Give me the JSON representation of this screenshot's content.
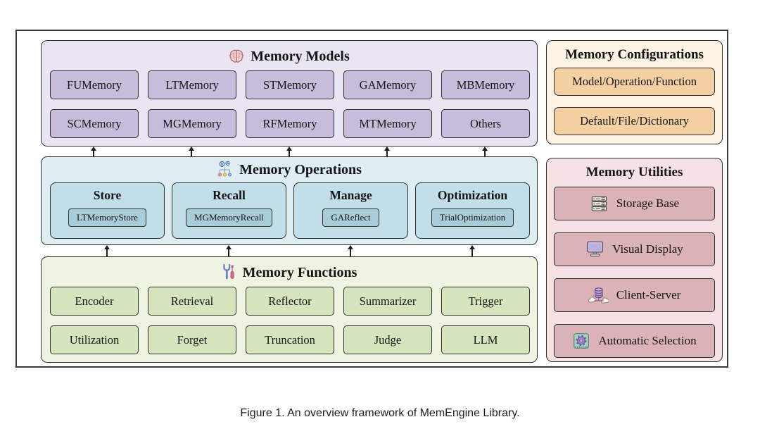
{
  "figure": {
    "caption": "Figure 1. An overview framework of MemEngine Library."
  },
  "models": {
    "title": "Memory Models",
    "icon": "brain-icon",
    "items": [
      "FUMemory",
      "LTMemory",
      "STMemory",
      "GAMemory",
      "MBMemory",
      "SCMemory",
      "MGMemory",
      "RFMemory",
      "MTMemory",
      "Others"
    ]
  },
  "operations": {
    "title": "Memory Operations",
    "icon": "gears-workflow-icon",
    "groups": [
      {
        "label": "Store",
        "example": "LTMemoryStore"
      },
      {
        "label": "Recall",
        "example": "MGMemoryRecall"
      },
      {
        "label": "Manage",
        "example": "GAReflect"
      },
      {
        "label": "Optimization",
        "example": "TrialOptimization"
      }
    ]
  },
  "functions": {
    "title": "Memory Functions",
    "icon": "tools-icon",
    "items": [
      "Encoder",
      "Retrieval",
      "Reflector",
      "Summarizer",
      "Trigger",
      "Utilization",
      "Forget",
      "Truncation",
      "Judge",
      "LLM"
    ]
  },
  "configurations": {
    "title": "Memory Configurations",
    "items": [
      "Model/Operation/Function",
      "Default/File/Dictionary"
    ]
  },
  "utilities": {
    "title": "Memory Utilities",
    "items": [
      {
        "label": "Storage Base",
        "icon": "server-icon"
      },
      {
        "label": "Visual Display",
        "icon": "monitor-icon"
      },
      {
        "label": "Client-Server",
        "icon": "database-cloud-icon"
      },
      {
        "label": "Automatic Selection",
        "icon": "gear-chip-icon"
      }
    ]
  },
  "palette": {
    "models_panel": "#e9e5f2",
    "models_box": "#c8bcdc",
    "operations_panel": "#deeef3",
    "operations_box": "#c2dfe9",
    "operations_subbox": "#a8cdd9",
    "functions_panel": "#eff3e2",
    "functions_box": "#d6e5bd",
    "configurations_panel": "#fdf3e5",
    "configurations_box": "#f4d0a3",
    "utilities_panel": "#f6e2e5",
    "utilities_box": "#dbb2b8",
    "border": "#2f2f2f"
  }
}
